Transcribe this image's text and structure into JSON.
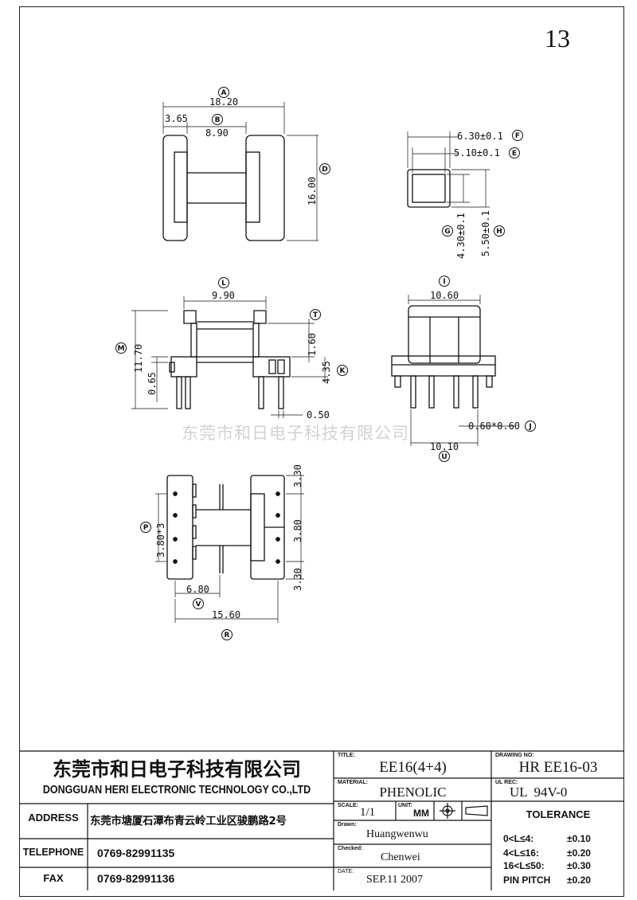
{
  "page_number": "13",
  "watermark": "东莞市和日电子科技有限公司",
  "dims": {
    "A": "18.20",
    "B": "8.90",
    "b_left": "3.65",
    "D": "16.00",
    "F": "6.30±0.1",
    "E": "5.10±0.1",
    "G": "4.30±0.1",
    "H": "5.50±0.1",
    "L": "9.90",
    "I": "10.60",
    "T": "1.60",
    "M": "11.70",
    "K": "4.35",
    "pin_dim": "0.65",
    "pin_thick": "0.50",
    "J": "0.60*0.60",
    "U": "10.10",
    "P": "3.80*3",
    "top_right_1": "3.30",
    "mid_right": "3.80",
    "bot_right": "3.30",
    "V": "6.80",
    "R": "15.60"
  },
  "circle_labels": [
    "A",
    "B",
    "D",
    "F",
    "E",
    "G",
    "H",
    "L",
    "I",
    "T",
    "M",
    "K",
    "J",
    "U",
    "P",
    "V",
    "R"
  ],
  "title_block": {
    "company_cn": "东莞市和日电子科技有限公司",
    "company_en": "DONGGUAN HERI ELECTRONIC TECHNOLOGY CO.,LTD",
    "address_label": "ADDRESS",
    "address": "东莞市塘厦石潭布青云岭工业区骏鹏路2号",
    "telephone_label": "TELEPHONE",
    "telephone": "0769-82991135",
    "fax_label": "FAX",
    "fax": "0769-82991136",
    "title_cap": "TITLE:",
    "title": "EE16(4+4)",
    "material_cap": "MATERIAL:",
    "material": "PHENOLIC",
    "scale_cap": "SCALE:",
    "scale": "1/1",
    "unit_cap": "UNIT:",
    "unit": "MM",
    "drawn_cap": "Drawn:",
    "drawn": "Huangwenwu",
    "checked_cap": "Checked:",
    "checked": "Chenwei",
    "date_cap": "DATE:",
    "date": "SEP.11 2007",
    "drawing_no_cap": "DRAWING NO:",
    "drawing_no": "HR EE16-03",
    "ul_cap": "UL REC:",
    "ul": "UL  94V-0",
    "tolerance_title": "TOLERANCE",
    "tol": [
      {
        "range": "0<L≤4:",
        "value": "±0.10"
      },
      {
        "range": "4<L≤16:",
        "value": "±0.20"
      },
      {
        "range": "16<L≤50:",
        "value": "±0.30"
      },
      {
        "range": "PIN PITCH",
        "value": "±0.20"
      }
    ]
  }
}
